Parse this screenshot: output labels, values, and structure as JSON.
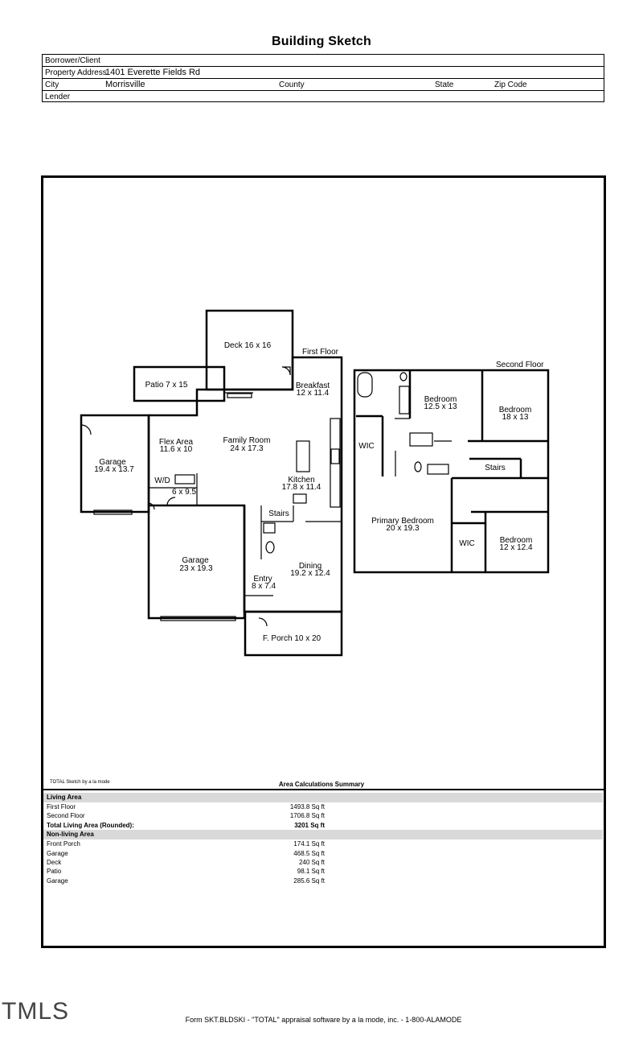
{
  "title": "Building Sketch",
  "header": {
    "borrower_label": "Borrower/Client",
    "borrower_value": "",
    "address_label": "Property Address",
    "address_value": "1401 Everette Fields Rd",
    "city_label": "City",
    "city_value": "Morrisville",
    "county_label": "County",
    "state_label": "State",
    "zip_label": "Zip Code",
    "lender_label": "Lender"
  },
  "sketch": {
    "first_floor_label": "First Floor",
    "second_floor_label": "Second Floor",
    "rooms": {
      "deck": "Deck 16 x 16",
      "patio": "Patio 7 x 15",
      "breakfast_name": "Breakfast",
      "breakfast_dim": "12 x 11.4",
      "flex_name": "Flex Area",
      "flex_dim": "11.6 x 10",
      "family_name": "Family Room",
      "family_dim": "24 x 17.3",
      "garage1_name": "Garage",
      "garage1_dim": "19.4 x 13.7",
      "wd_name": "W/D",
      "wd_dim": "6 x 9.5",
      "kitchen_name": "Kitchen",
      "kitchen_dim": "17.8 x 11.4",
      "stairs1": "Stairs",
      "garage2_name": "Garage",
      "garage2_dim": "23 x 19.3",
      "dining_name": "Dining",
      "dining_dim": "19.2 x 12.4",
      "entry_name": "Entry",
      "entry_dim": "8 x 7.4",
      "porch": "F. Porch 10 x 20",
      "wic1": "WIC",
      "bed1_name": "Bedroom",
      "bed1_dim": "12.5 x 13",
      "bed2_name": "Bedroom",
      "bed2_dim": "18 x 13",
      "stairs2": "Stairs",
      "primary_name": "Primary Bedroom",
      "primary_dim": "20 x 19.3",
      "wic2": "WIC",
      "bed3_name": "Bedroom",
      "bed3_dim": "12 x 12.4"
    }
  },
  "credit": "TOTAL Sketch by a la mode",
  "area_summary": {
    "title": "Area Calculations Summary",
    "living_heading": "Living Area",
    "living": [
      {
        "label": "First Floor",
        "value": "1493.8 Sq ft"
      },
      {
        "label": "Second Floor",
        "value": "1706.8 Sq ft"
      }
    ],
    "total_label": "Total Living Area (Rounded):",
    "total_value": "3201 Sq ft",
    "nonliving_heading": "Non-living Area",
    "nonliving": [
      {
        "label": "Front Porch",
        "value": "174.1 Sq ft"
      },
      {
        "label": "Garage",
        "value": "468.5 Sq ft"
      },
      {
        "label": "Deck",
        "value": "240 Sq ft"
      },
      {
        "label": "Patio",
        "value": "98.1 Sq ft"
      },
      {
        "label": "Garage",
        "value": "285.6 Sq ft"
      }
    ]
  },
  "footer": "Form SKT.BLDSKI - \"TOTAL\" appraisal software by a la mode, inc. - 1-800-ALAMODE",
  "watermark": "TMLS"
}
